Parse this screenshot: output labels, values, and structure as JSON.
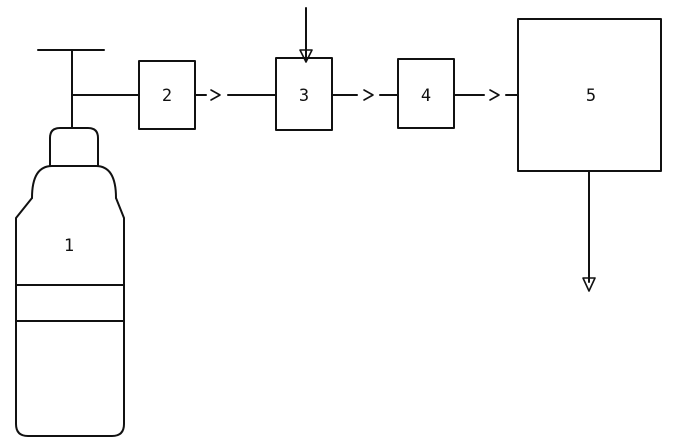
{
  "diagram": {
    "labels": {
      "cylinder": "1",
      "box2": "2",
      "box3": "3",
      "box4": "4",
      "box5": "5"
    },
    "colors": {
      "line": "#111111",
      "background": "#ffffff"
    }
  }
}
